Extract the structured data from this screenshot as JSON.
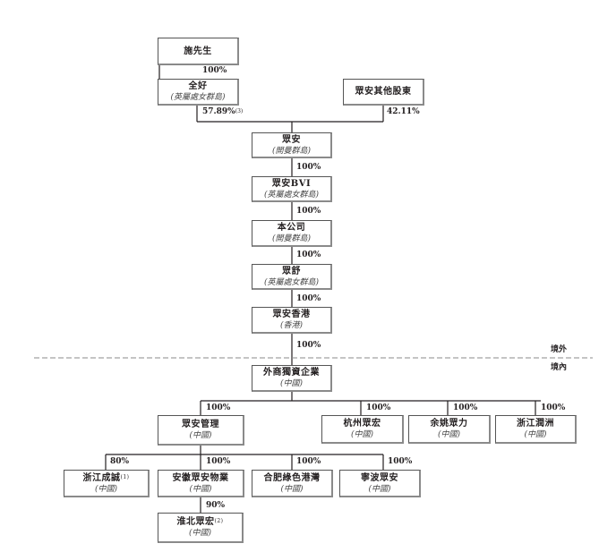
{
  "zones": {
    "offshore": "境外",
    "onshore": "境內"
  },
  "entities": {
    "mr_shi": {
      "name": "施先生"
    },
    "quanhao": {
      "name": "全好",
      "jurisdiction": "(英屬處女群島)"
    },
    "other_shareholders": {
      "name": "眾安其他股東"
    },
    "zhongan": {
      "name": "眾安",
      "jurisdiction": "(開曼群島)"
    },
    "zhongan_bvi": {
      "name": "眾安BVI",
      "jurisdiction": "(英屬處女群島)"
    },
    "company": {
      "name": "本公司",
      "jurisdiction": "(開曼群島)"
    },
    "zhongshu": {
      "name": "眾舒",
      "jurisdiction": "(英屬處女群島)"
    },
    "zhongan_hk": {
      "name": "眾安香港",
      "jurisdiction": "(香港)"
    },
    "wfoe": {
      "name": "外商獨資企業",
      "jurisdiction": "(中國)"
    },
    "zhongan_mgmt": {
      "name": "眾安管理",
      "jurisdiction": "(中國)"
    },
    "hangzhou_zhonghong": {
      "name": "杭州眾宏",
      "jurisdiction": "(中國)"
    },
    "yuyao_zhongli": {
      "name": "余姚眾力",
      "jurisdiction": "(中國)"
    },
    "zhejiang_runzhou": {
      "name": "浙江潤洲",
      "jurisdiction": "(中國)"
    },
    "zhejiang_chengcheng": {
      "name": "浙江成誠",
      "note": "(1)",
      "jurisdiction": "(中國)"
    },
    "anhui_zhongan": {
      "name": "安徽眾安物業",
      "jurisdiction": "(中國)"
    },
    "hefei_lvse": {
      "name": "合肥綠色港灣",
      "jurisdiction": "(中國)"
    },
    "ningbo_zhongan": {
      "name": "寧波眾安",
      "jurisdiction": "(中國)"
    },
    "huaibei_zhonghong": {
      "name": "淮北眾宏",
      "note": "(2)",
      "jurisdiction": "(中國)"
    }
  },
  "ownership": {
    "shi_to_quanhao": "100%",
    "quanhao_to_zhongan": "57.89%",
    "quanhao_to_zhongan_note": "(3)",
    "others_to_zhongan": "42.11%",
    "zhongan_to_bvi": "100%",
    "bvi_to_company": "100%",
    "company_to_zhongshu": "100%",
    "zhongshu_to_hk": "100%",
    "hk_to_wfoe": "100%",
    "wfoe_to_mgmt": "100%",
    "wfoe_to_hangzhou": "100%",
    "wfoe_to_yuyao": "100%",
    "wfoe_to_runzhou": "100%",
    "mgmt_to_chengcheng": "80%",
    "mgmt_to_anhui": "100%",
    "mgmt_to_hefei": "100%",
    "mgmt_to_ningbo": "100%",
    "anhui_to_huaibei": "90%"
  }
}
